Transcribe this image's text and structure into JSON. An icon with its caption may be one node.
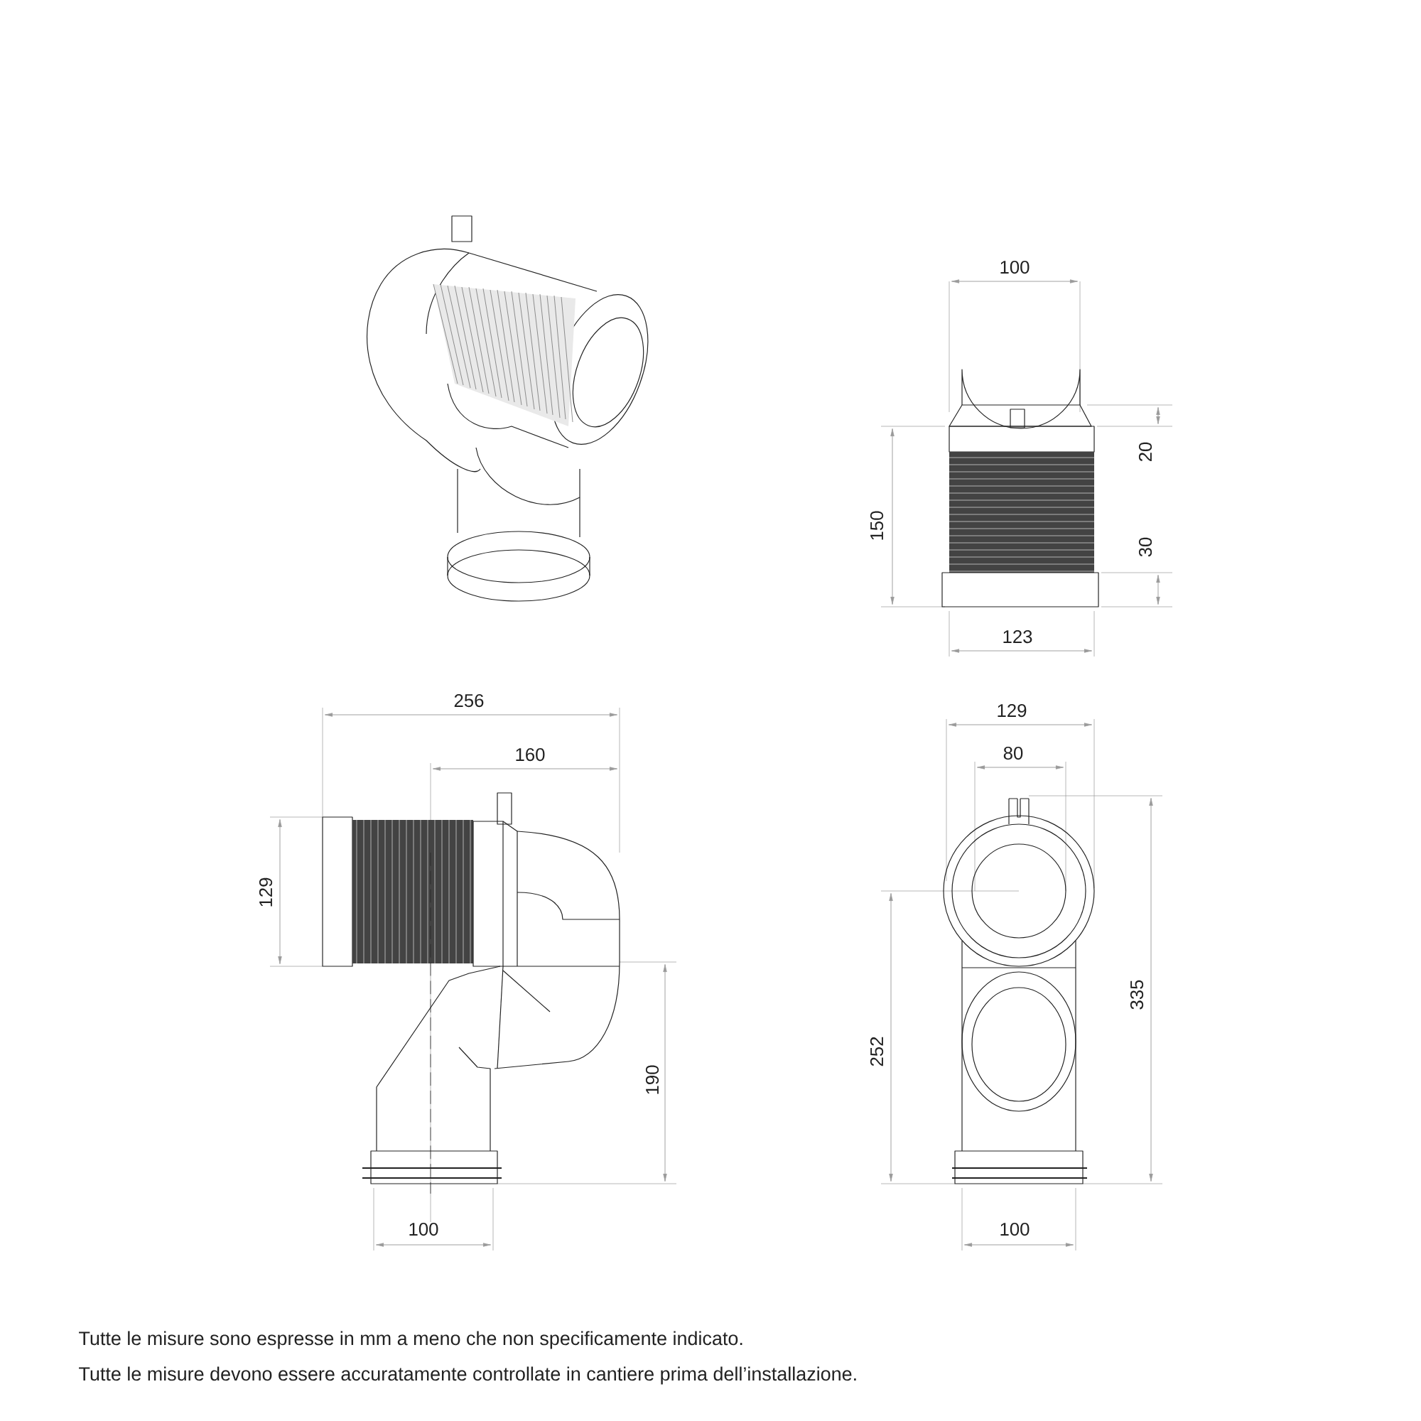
{
  "diagram": {
    "labels": [
      "100",
      "20",
      "150",
      "30",
      "123",
      "256",
      "129",
      "160",
      "80",
      "129",
      "335",
      "252",
      "190",
      "100",
      "100",
      "Tutte le misure sono espresse in mm a meno che non specificamente indicato.",
      "Tutte le misure devono essere accuratamente controllate in cantiere prima dell’installazione."
    ]
  }
}
